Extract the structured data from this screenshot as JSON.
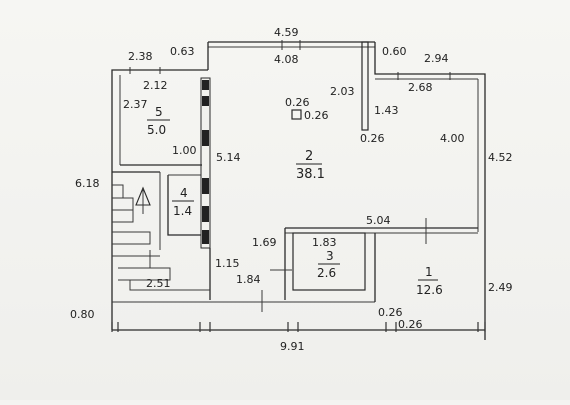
{
  "plan": {
    "dims": {
      "top_total": "4.59",
      "top_inner": "4.08",
      "top_left_stub": "0.63",
      "top_right_stub": "0.60",
      "left_top": "2.38",
      "left_room_top": "2.12",
      "left_room_side": "2.37",
      "right_top": "2.94",
      "right_room_top": "2.68",
      "partition_len": "2.03",
      "partition_gap": "1.43",
      "partition_thk": "0.26",
      "column_a": "0.26",
      "column_b": "0.26",
      "right_wall": "4.00",
      "right_total": "4.52",
      "left_total": "6.18",
      "room5_w": "1.00",
      "room2_depth": "5.14",
      "room1_top": "5.04",
      "room3_top": "1.83",
      "room3_side": "1.69",
      "stair_side": "1.15",
      "stair_bottom": "2.51",
      "room3_bottom": "1.84",
      "bottom_left": "0.80",
      "bottom_right_a": "0.26",
      "bottom_right_b": "0.26",
      "right_bottom": "2.49",
      "bottom_total": "9.91"
    },
    "rooms": [
      {
        "num": "1",
        "area": "12.6"
      },
      {
        "num": "2",
        "area": "38.1"
      },
      {
        "num": "3",
        "area": "2.6"
      },
      {
        "num": "4",
        "area": "1.4"
      },
      {
        "num": "5",
        "area": "5.0"
      }
    ]
  }
}
